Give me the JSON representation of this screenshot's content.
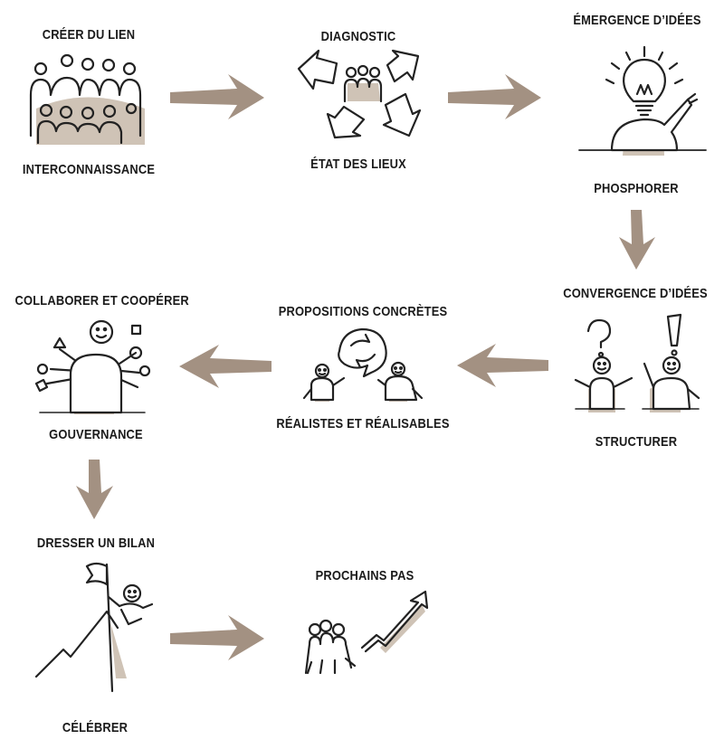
{
  "colors": {
    "arrow": "#a39182",
    "shadow": "#cfc3b6",
    "ink": "#222222",
    "background": "#ffffff"
  },
  "steps": [
    {
      "title": "CRÉER DU LIEN",
      "subtitle": "INTERCONNAISSANCE",
      "icon": "group-of-people-icon"
    },
    {
      "title": "DIAGNOSTIC",
      "subtitle": "ÉTAT DES LIEUX",
      "icon": "people-with-cycle-arrows-icon"
    },
    {
      "title": "ÉMERGENCE D’IDÉES",
      "subtitle": "PHOSPHORER",
      "icon": "lightbulb-person-icon"
    },
    {
      "title": "CONVERGENCE D’IDÉES",
      "subtitle": "STRUCTURER",
      "icon": "question-exclamation-people-icon"
    },
    {
      "title": "PROPOSITIONS CONCRÈTES",
      "subtitle": "RÉALISTES ET RÉALISABLES",
      "icon": "cycle-between-people-icon"
    },
    {
      "title": "COLLABORER ET COOPÉRER",
      "subtitle": "GOUVERNANCE",
      "icon": "multi-armed-person-icon"
    },
    {
      "title": "DRESSER UN BILAN",
      "subtitle": "CÉLÉBRER",
      "icon": "mountain-flag-icon"
    },
    {
      "title": "PROCHAINS PAS",
      "subtitle": "",
      "icon": "people-rising-arrow-icon"
    }
  ]
}
